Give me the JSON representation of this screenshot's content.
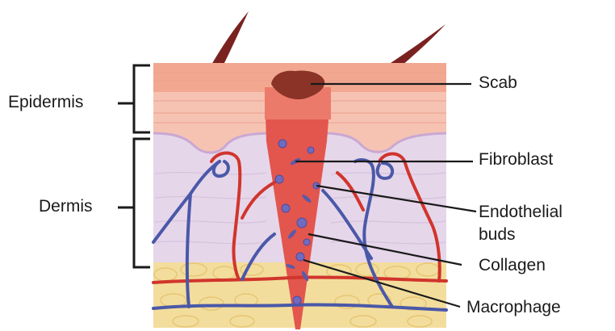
{
  "labels": {
    "left": {
      "epidermis": "Epidermis",
      "dermis": "Dermis"
    },
    "right": {
      "scab": "Scab",
      "fibroblast": "Fibroblast",
      "endothelial_line1": "Endothelial",
      "endothelial_line2": "buds",
      "collagen": "Collagen",
      "macrophage": "Macrophage"
    }
  },
  "colors": {
    "epidermis_top": "#f2a890",
    "epidermis_lower": "#f6c3b3",
    "dermis": "#e6d6ea",
    "fat": "#f3dd9c",
    "wound": "#e2564e",
    "scab": "#8a3326",
    "hair": "#7a2220",
    "artery": "#d0352c",
    "vein": "#4a58a8",
    "cell": "#6f6bbf"
  }
}
